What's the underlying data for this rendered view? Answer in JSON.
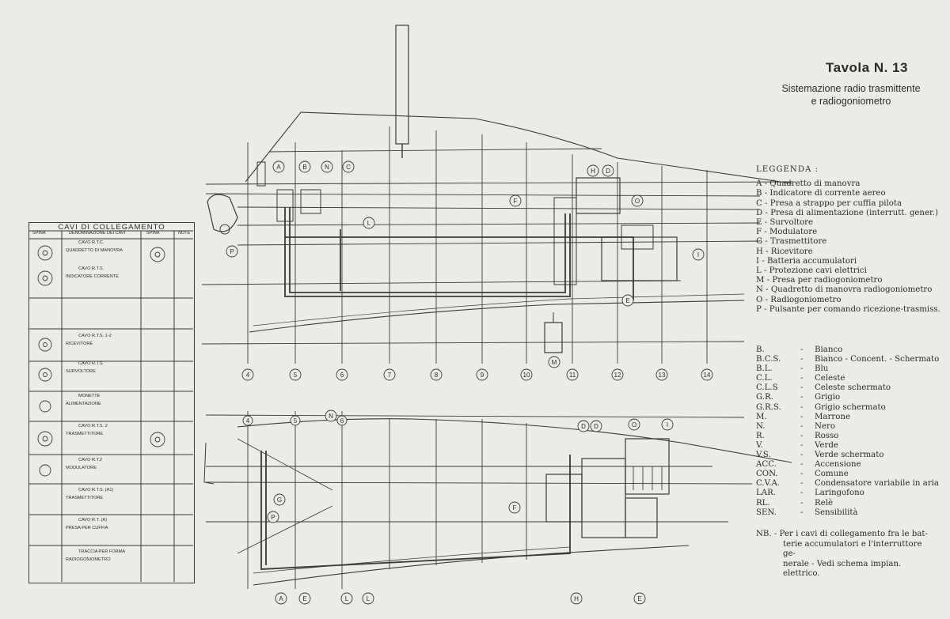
{
  "plate": {
    "title": "Tavola N. 13",
    "subtitle_line1": "Sistemazione radio trasmittente",
    "subtitle_line2": "e radiogoniometro"
  },
  "legend": {
    "heading": "LEGGENDA :",
    "items": [
      "A - Quadretto di manovra",
      "B - Indicatore di corrente aereo",
      "C - Presa a strappo per cuffia pilota",
      "D - Presa di alimentazione (interrutt. gener.)",
      "E - Survoltore",
      "F - Modulatore",
      "G - Trasmettitore",
      "H - Ricevitore",
      "I - Batteria accumulatori",
      "L - Protezione cavi elettrici",
      "M - Presa per radiogoniometro",
      "N - Quadretto di manovra radiogoniometro",
      "O - Radiogoniometro",
      "P - Pulsante per comando ricezione-trasmiss."
    ]
  },
  "codes": [
    {
      "abbr": "B.",
      "desc": "Bianco"
    },
    {
      "abbr": "B.C.S.",
      "desc": "Bianco - Concent. - Schermato"
    },
    {
      "abbr": "B.L.",
      "desc": "Blu"
    },
    {
      "abbr": "C.L.",
      "desc": "Celeste"
    },
    {
      "abbr": "C.L.S",
      "desc": "Celeste schermato"
    },
    {
      "abbr": "G.R.",
      "desc": "Grigio"
    },
    {
      "abbr": "G.R.S.",
      "desc": "Grigio schermato"
    },
    {
      "abbr": "M.",
      "desc": "Marrone"
    },
    {
      "abbr": "N.",
      "desc": "Nero"
    },
    {
      "abbr": "R.",
      "desc": "Rosso"
    },
    {
      "abbr": "V.",
      "desc": "Verde"
    },
    {
      "abbr": "V.S.",
      "desc": "Verde schermato"
    },
    {
      "abbr": "ACC.",
      "desc": "Accensione"
    },
    {
      "abbr": "CON.",
      "desc": "Comune"
    },
    {
      "abbr": "C.V.A.",
      "desc": "Condensatore variabile in aria"
    },
    {
      "abbr": "LAR.",
      "desc": "Laringofono"
    },
    {
      "abbr": "RL.",
      "desc": "Relè"
    },
    {
      "abbr": "SEN.",
      "desc": "Sensibilità"
    }
  ],
  "note": {
    "line1": "NB. - Per i cavi di collegamento fra le bat-",
    "line2": "terie accumulatori e l'interruttore ge-",
    "line3": "nerale - Vedi schema impian. elettrico."
  },
  "cables_table": {
    "title": "CAVI DI COLLEGAMENTO",
    "col_spina": "SPINA",
    "col_denominazione": "DENOMINAZIONE DEI CAVI",
    "col_spina2": "SPINA",
    "col_note": "NOTE",
    "rows": [
      {
        "name": "CAVO R.T.C.",
        "detail": "QUADRETTO DI MANOVRA"
      },
      {
        "name": "CAVO R.T.S.",
        "detail": "INDICATORE CORRENTE"
      },
      {
        "name": "CAVO R.T.S. 1-2",
        "detail": "RICEVITORE"
      },
      {
        "name": "CAVO R.T.S.",
        "detail": "SURVOLTORE"
      },
      {
        "name": "MONETTE",
        "detail": "ALIMENTAZIONE"
      },
      {
        "name": "CAVO R.T.S. 2",
        "detail": "TRASMETTITORE"
      },
      {
        "name": "CAVO R.T.2",
        "detail": "MODULATORE"
      },
      {
        "name": "CAVO R.T.S. (A1)",
        "detail": "TRASMETTITORE"
      },
      {
        "name": "CAVO R.T. (A)",
        "detail": "PRESA PER CUFFIA"
      },
      {
        "name": "TRACCIA PER FORMA",
        "detail": "RADIOGONIOMETRO"
      }
    ]
  },
  "callouts": {
    "top": [
      "A",
      "B",
      "N",
      "C",
      "H",
      "D",
      "F",
      "O",
      "I",
      "P",
      "L",
      "E",
      "M"
    ],
    "bottom": [
      "N",
      "D",
      "D",
      "O",
      "I",
      "G",
      "P",
      "F",
      "H",
      "E",
      "L",
      "L",
      "A",
      "E"
    ]
  },
  "rulers": {
    "top": [
      "4",
      "5",
      "6",
      "7",
      "8",
      "9",
      "10",
      "11",
      "12",
      "13",
      "14"
    ],
    "bottom": [
      "4",
      "5",
      "6"
    ]
  },
  "colors": {
    "paper": "#ecebe6",
    "ink": "#2b2b2b"
  }
}
